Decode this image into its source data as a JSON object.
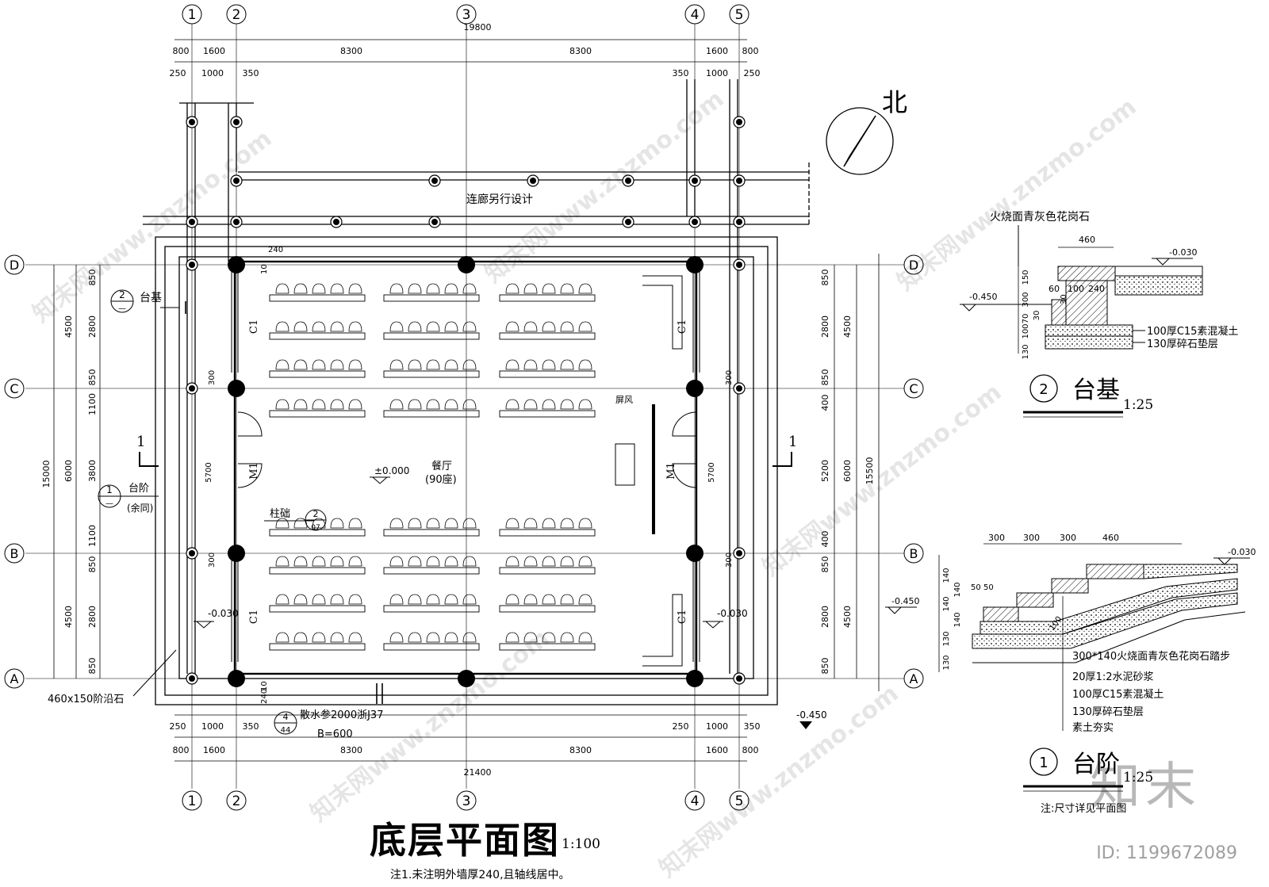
{
  "plan": {
    "title": "底层平面图",
    "scale": "1:100",
    "note": "注1.未注明外墙厚240,且轴线居中。",
    "corridor_note": "连廊另行设计",
    "room_name": "餐厅",
    "room_seats": "(90座)",
    "floor_level": "±0.000",
    "screen_label": "屏风",
    "pillar_label": "柱础",
    "outer_level": "-0.450",
    "terrace_level": "-0.030",
    "window_code": "C1",
    "door_code": "M1",
    "edge_stone": "460x150阶沿石",
    "apron_note": "散水参2000浙J37",
    "apron_width": "B=600",
    "section_mark": "1",
    "ref_platform": {
      "label": "台基",
      "num": "2",
      "sheet": "—"
    },
    "ref_steps": {
      "label": "台阶",
      "sublabel": "(余同)",
      "num": "1",
      "sheet": "—"
    },
    "ref_pillar": {
      "num": "2",
      "sheet": "07"
    },
    "ref_apron": {
      "num": "4",
      "sheet": "44"
    }
  },
  "axes": {
    "numbers": [
      "1",
      "2",
      "3",
      "4",
      "5"
    ],
    "letters": [
      "A",
      "B",
      "C",
      "D"
    ]
  },
  "dims_top": {
    "total": "19800",
    "row1": [
      "800",
      "1600",
      "8300",
      "8300",
      "1600",
      "800"
    ],
    "row2": [
      "250",
      "1000",
      "350",
      "350",
      "1000",
      "250"
    ]
  },
  "dims_bottom": {
    "total": "21400",
    "row1": [
      "800",
      "1600",
      "8300",
      "8300",
      "1600",
      "800"
    ],
    "row2": [
      "250",
      "1000",
      "350",
      "250",
      "1000",
      "350"
    ]
  },
  "dims_left": {
    "total": "15000",
    "axis": [
      "4500",
      "6000",
      "4500"
    ],
    "detail": [
      "850",
      "2800",
      "850",
      "1100",
      "3800",
      "1100",
      "850",
      "2800",
      "850"
    ]
  },
  "dims_right": {
    "total": "15500",
    "axis": [
      "4500",
      "6000",
      "4500"
    ],
    "detail": [
      "850",
      "2800",
      "850",
      "400",
      "5200",
      "400",
      "850",
      "2800",
      "850"
    ]
  },
  "dims_inner": {
    "wall": "240",
    "gap": "10",
    "offset": "300",
    "door_span": "5700"
  },
  "compass": {
    "label": "北"
  },
  "detail_platform": {
    "title": "台基",
    "num": "2",
    "scale": "1:25",
    "material_top": "火烧面青灰色花岗石",
    "level_top": "-0.030",
    "level_low": "-0.450",
    "dim_top": "460",
    "dims_top_row": [
      "60",
      "100",
      "240"
    ],
    "dims_left": [
      "150",
      "300",
      "70",
      "30",
      "100",
      "130"
    ],
    "dim_30": "30",
    "layers": [
      "100厚C15素混凝土",
      "130厚碎石垫层"
    ]
  },
  "detail_steps": {
    "title": "台阶",
    "num": "1",
    "scale": "1:25",
    "note": "注:尺寸详见平面图",
    "dims_top": [
      "300",
      "300",
      "300",
      "460"
    ],
    "dims_left": [
      "140",
      "140",
      "140",
      "140",
      "130",
      "130"
    ],
    "dim_small": [
      "50",
      "50"
    ],
    "level_top": "-0.030",
    "level_low": "-0.450",
    "slope": "100",
    "layers": [
      "300*140火烧面青灰色花岗石踏步",
      "20厚1:2水泥砂浆",
      "100厚C15素混凝土",
      "130厚碎石垫层",
      "素土夯实"
    ]
  },
  "watermark": {
    "site": "知末网www.znzmo.com",
    "brand": "知末",
    "id": "ID: 1199672089"
  }
}
